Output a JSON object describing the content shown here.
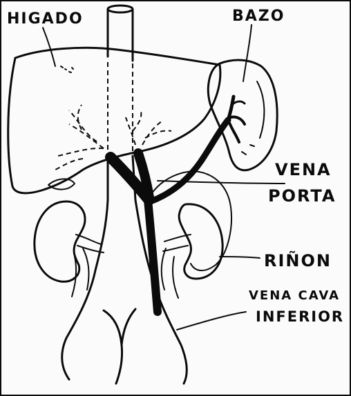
{
  "labels": {
    "liver": "HIGADO",
    "spleen": "BAZO",
    "portal_vein_line1": "VENA",
    "portal_vein_line2": "PORTA",
    "kidney": "RIÑON",
    "ivc_line1": "VENA CAVA",
    "ivc_line2": "INFERIOR"
  }
}
